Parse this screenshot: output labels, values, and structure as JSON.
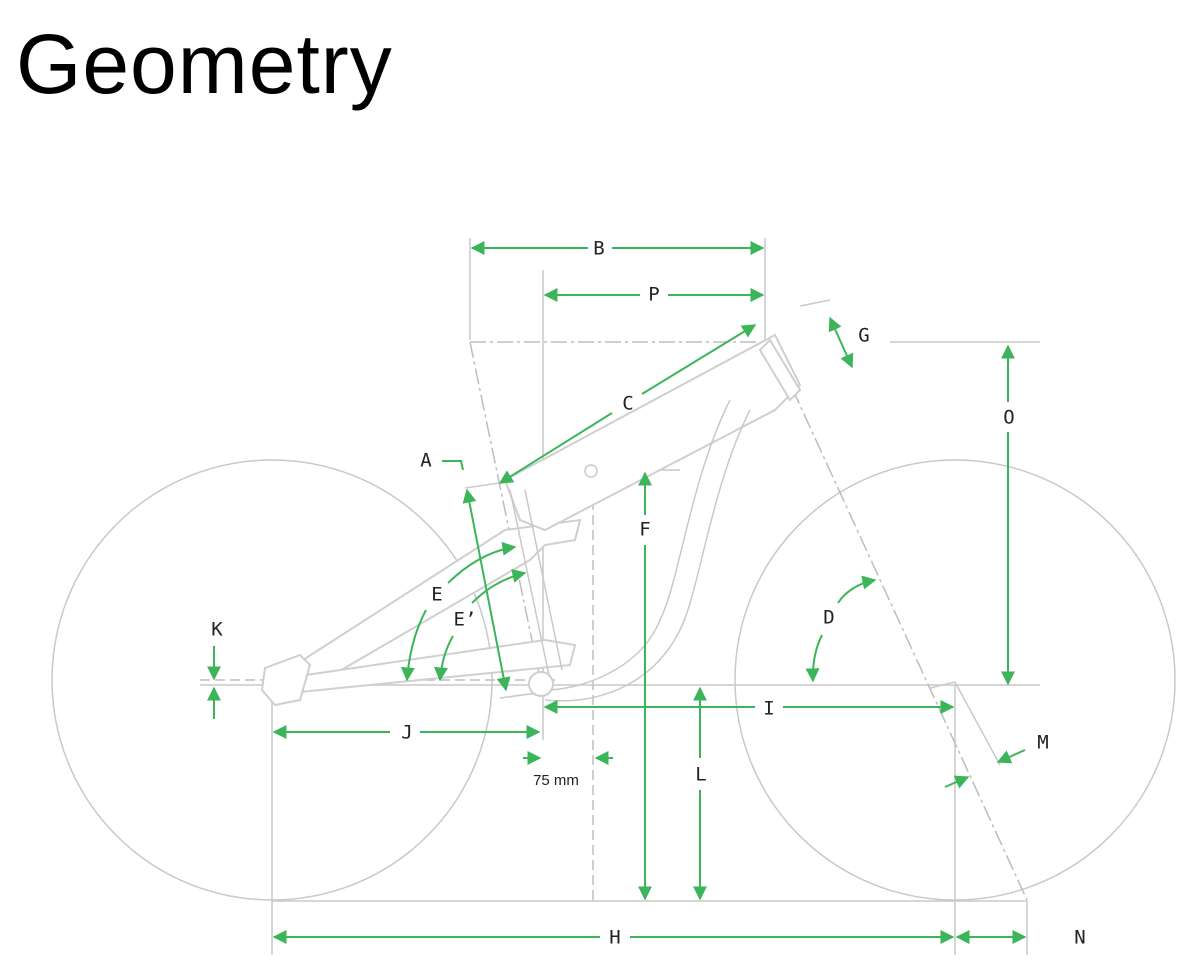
{
  "title": "Geometry",
  "accent_color": "#3cb55a",
  "labels": {
    "A": "A",
    "B": "B",
    "C": "C",
    "D": "D",
    "E": "E",
    "E_prime": "E’",
    "F": "F",
    "G": "G",
    "H": "H",
    "I": "I",
    "J": "J",
    "K": "K",
    "L": "L",
    "M": "M",
    "N": "N",
    "O": "O",
    "P": "P"
  },
  "offset_label": "75 mm"
}
